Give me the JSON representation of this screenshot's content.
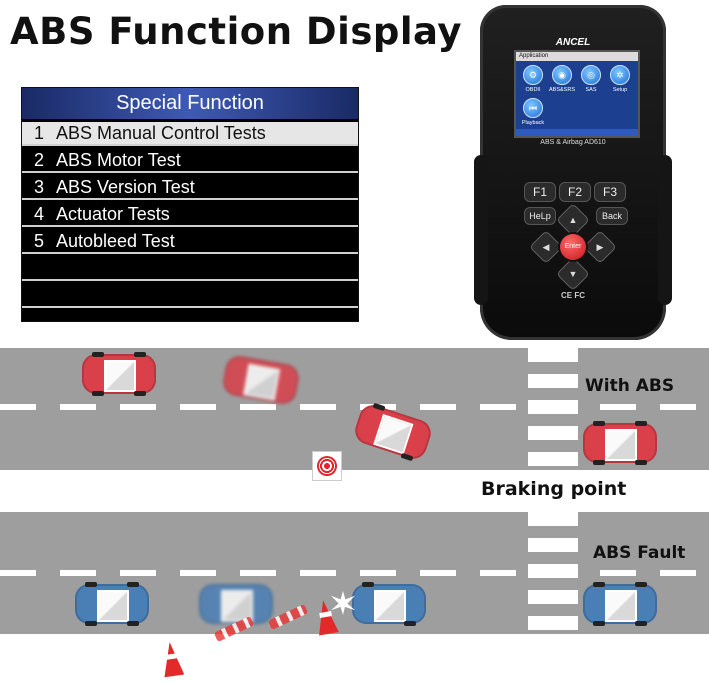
{
  "headline": "ABS Function Display",
  "menu": {
    "title": "Special Function",
    "items": [
      {
        "num": "1",
        "label": "ABS Manual Control Tests"
      },
      {
        "num": "2",
        "label": "ABS Motor Test"
      },
      {
        "num": "3",
        "label": "ABS Version Test"
      },
      {
        "num": "4",
        "label": "Actuator Tests"
      },
      {
        "num": "5",
        "label": "Autobleed Test"
      }
    ]
  },
  "device": {
    "brand": "ANCEL",
    "screen_bar": "Application",
    "apps": [
      "OBDII",
      "ABS&SRS",
      "SAS",
      "Setup",
      "Playback"
    ],
    "model": "ABS & Airbag AD610",
    "keys": {
      "f1": "F1",
      "f2": "F2",
      "f3": "F3",
      "help": "HeLp",
      "back": "Back",
      "enter": "Enter"
    },
    "cert": "CE FC"
  },
  "scene": {
    "with_abs": "With ABS",
    "braking_point": "Braking point",
    "abs_fault": "ABS Fault"
  },
  "colors": {
    "red_car": "#d9404a",
    "blue_car": "#4a7fb5",
    "road": "#9e9e9e",
    "menu_title": "#3f5ab6"
  }
}
